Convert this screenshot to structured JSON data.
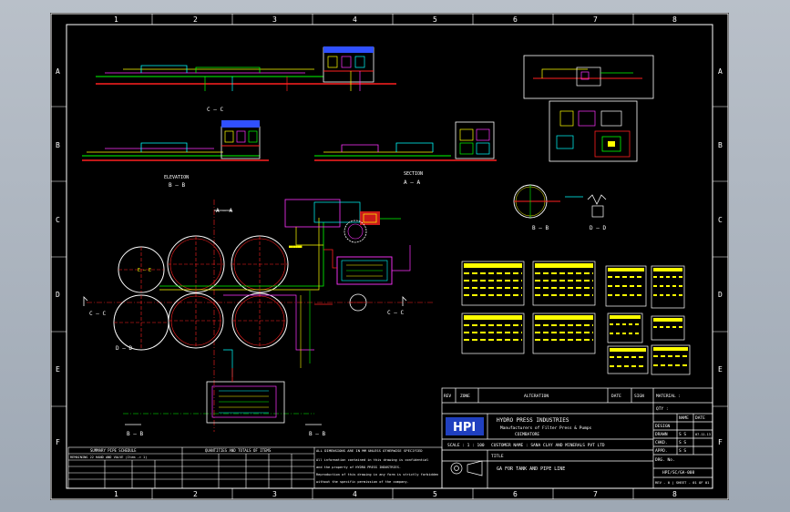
{
  "colors": {
    "background": "#000000",
    "border": "#ffffff",
    "red": "#ff2020",
    "green": "#00ff00",
    "yellow": "#ffff00",
    "cyan": "#00ffff",
    "magenta": "#ff33ff",
    "blue": "#3050ff"
  },
  "grid": {
    "columns": [
      "1",
      "2",
      "3",
      "4",
      "5",
      "6",
      "7",
      "8"
    ],
    "rows": [
      "A",
      "B",
      "C",
      "D",
      "E",
      "F"
    ]
  },
  "section_labels": {
    "cc_top": "C — C",
    "bb": "B — B",
    "aa": "A — A",
    "bb_sub": "ELEVATION",
    "aa_sub": "SECTION",
    "dd_small": "D — D",
    "bb_small": "B — B",
    "aa_plan": "A — A",
    "cc_plan": "C — C",
    "dd_plan": "D — D",
    "bb_plan_left": "B — B",
    "bb_plan_right": "B — B",
    "ee": "E — E"
  },
  "title_block": {
    "company": "HYDRO PRESS INDUSTRIES",
    "subtitle": "Manufacturers of Filter Press & Pumps",
    "location": "COIMBATORE",
    "logo_text": "HPI",
    "customer_label": "CUSTOMER NAME : SANA CLAY AND MINERALS PVT LTD",
    "title_label": "TITLE",
    "title_value": "GA FOR TANK AND PIPE LINE",
    "scale_label": "SCALE : 1 : 100",
    "header_rev": "REV",
    "header_zone": "ZONE",
    "header_alteration": "ALTERATION",
    "header_date": "DATE",
    "header_sign": "SIGN",
    "material_label": "MATERIAL :",
    "qty_label": "QTY :",
    "name_col": "NAME",
    "date_col": "DATE",
    "rows": [
      {
        "label": "DESIGN",
        "name": "",
        "date": ""
      },
      {
        "label": "DRAWN",
        "name": "S S",
        "date": "07-11-13"
      },
      {
        "label": "CHKD.",
        "name": "S S",
        "date": ""
      },
      {
        "label": "APPD.",
        "name": "S S",
        "date": ""
      }
    ],
    "drg_no_label": "DRG. No.",
    "drg_no_value": "HPI/SC/GA-008",
    "sheet_label": "REV - 0 | SHEET - 01 OF 01"
  },
  "bottom_tables": {
    "left_title": "SUMMARY PIPE SCHEDULE",
    "left_sub": "REMAINING 22 HAND AND VALVE (Item -> 1)",
    "mid_title": "QUANTITIES AND TOTALS OF ITEMS",
    "right_title": "ALL DIMENSIONS ARE IN MM UNLESS OTHERWISE SPECIFIED",
    "note_1": "All information contained in this drawing is confidential",
    "note_2": "and the property of HYDRO PRESS INDUSTRIES.",
    "note_3": "Reproduction of this drawing in any form is strictly forbidden",
    "note_4": "without the specific permission of the company."
  }
}
